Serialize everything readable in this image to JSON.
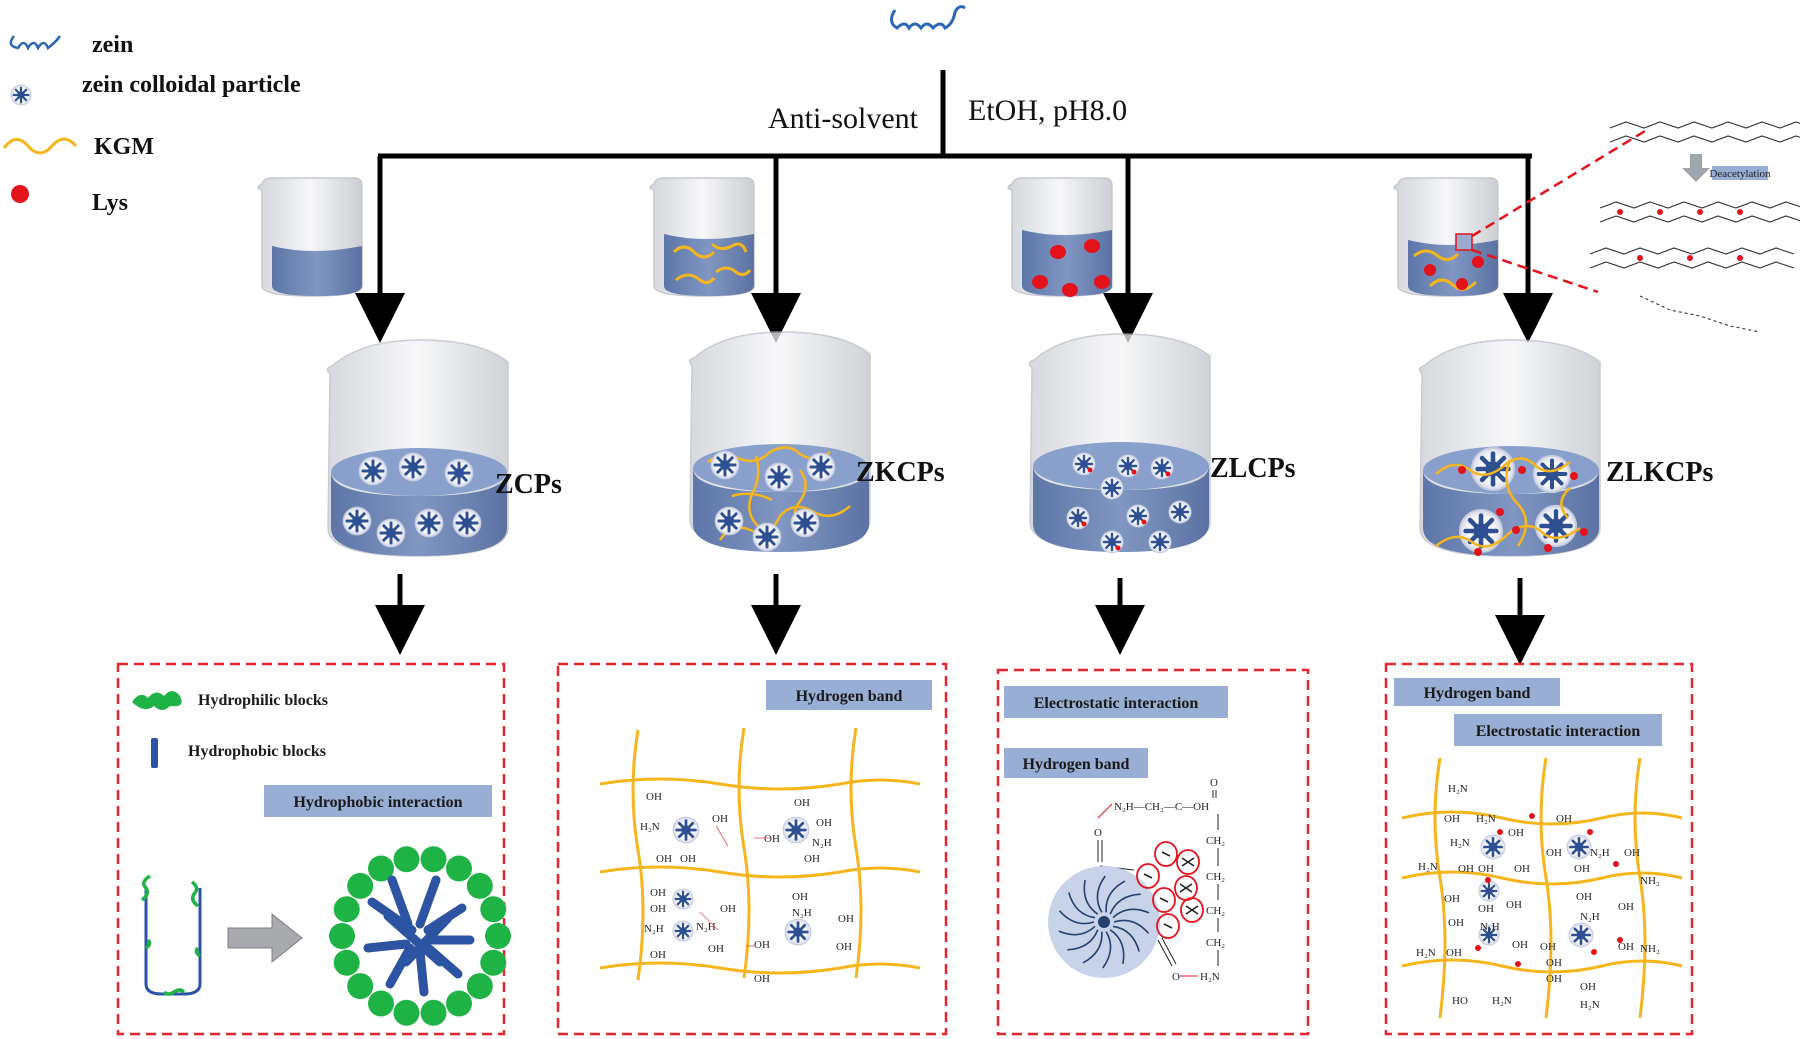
{
  "legend": {
    "items": [
      {
        "label": "zein",
        "icon": "zein-chain-icon"
      },
      {
        "label": "zein colloidal particle",
        "icon": "colloidal-particle-icon"
      },
      {
        "label": "KGM",
        "icon": "kgm-wave-icon"
      },
      {
        "label": "Lys",
        "icon": "lys-dot-icon"
      }
    ]
  },
  "process": {
    "left_label": "Anti-solvent",
    "right_label": "EtOH, pH8.0"
  },
  "products": {
    "zcps": "ZCPs",
    "zkcps": "ZKCPs",
    "zlcps": "ZLCPs",
    "zlkcps": "ZLKCPs"
  },
  "panels": {
    "p1": {
      "hydrophilic": "Hydrophilic blocks",
      "hydrophobic": "Hydrophobic blocks",
      "interaction": "Hydrophobic interaction"
    },
    "p2": {
      "interaction": "Hydrogen band"
    },
    "p3": {
      "electrostatic": "Electrostatic interaction",
      "hydrogen": "Hydrogen band",
      "formula_top": "N₂H—CH₂—C—OH",
      "carbonyl_o": "O",
      "ch2": "CH₂",
      "h2n": "H₂N"
    },
    "p4": {
      "hydrogen": "Hydrogen band",
      "electrostatic": "Electrostatic interaction"
    }
  },
  "inset": {
    "arrow_label": "Deacetylation"
  },
  "chem": {
    "oh": "OH",
    "h2n": "H₂N",
    "n2h": "N₂H",
    "nh2": "NH₂",
    "ho": "HO"
  },
  "colors": {
    "liquid": "#6f87b5",
    "liquid_dark": "#4f6797",
    "kgm": "#f5b51b",
    "lys": "#e4131b",
    "zein": "#2b66b7",
    "particle": "#2e4f92",
    "panel_border": "#e5262c",
    "label_box": "#98aed4",
    "green": "#1fb345"
  }
}
